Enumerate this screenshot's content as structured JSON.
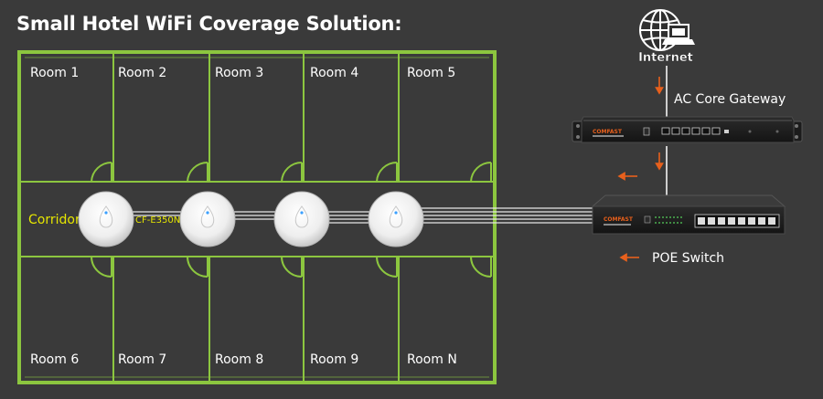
{
  "title": "Small Hotel WiFi Coverage Solution:",
  "rooms_top": [
    "Room 1",
    "Room 2",
    "Room 3",
    "Room 4",
    "Room 5"
  ],
  "rooms_bottom": [
    "Room 6",
    "Room 7",
    "Room 8",
    "Room 9",
    "Room N"
  ],
  "corridor_label": "Corridor",
  "ap_model_label": "CF-E350N",
  "internet_label": "Internet",
  "gateway_label": "AC Core Gateway",
  "switch_label": "POE Switch",
  "brand_label": "COMFAST",
  "colors": {
    "background": "#3a3a3a",
    "wall_green": "#8cc63f",
    "corridor_text": "#e6e600",
    "arrow_orange": "#e8601c",
    "text_white": "#ffffff"
  }
}
